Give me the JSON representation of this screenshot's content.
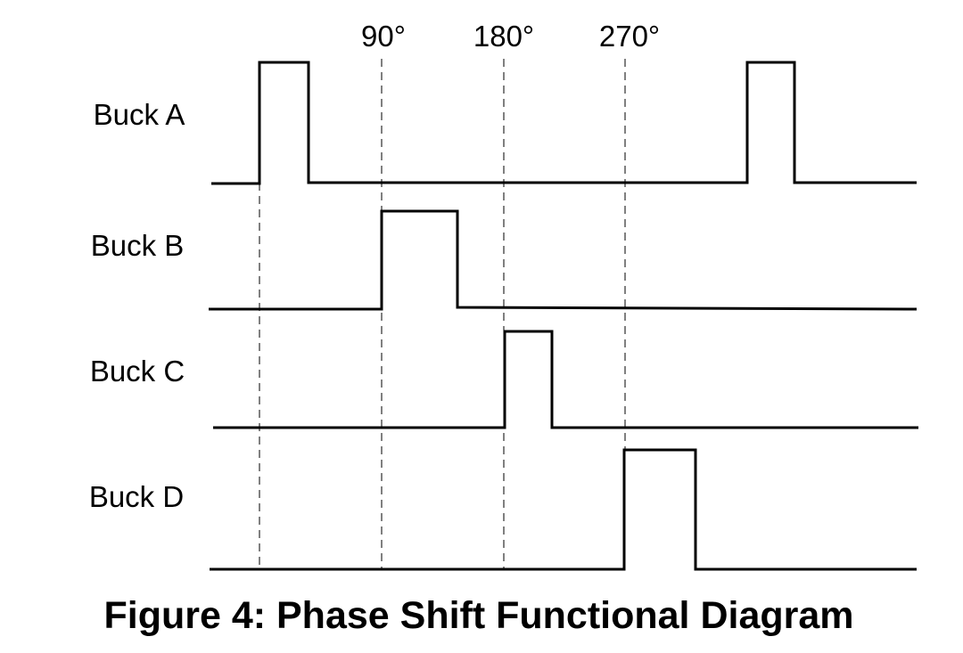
{
  "phase_labels": [
    "90°",
    "180°",
    "270°"
  ],
  "rows": [
    {
      "label": "Buck A"
    },
    {
      "label": "Buck B"
    },
    {
      "label": "Buck C"
    },
    {
      "label": "Buck D"
    }
  ],
  "caption": "Figure 4: Phase Shift Functional Diagram"
}
